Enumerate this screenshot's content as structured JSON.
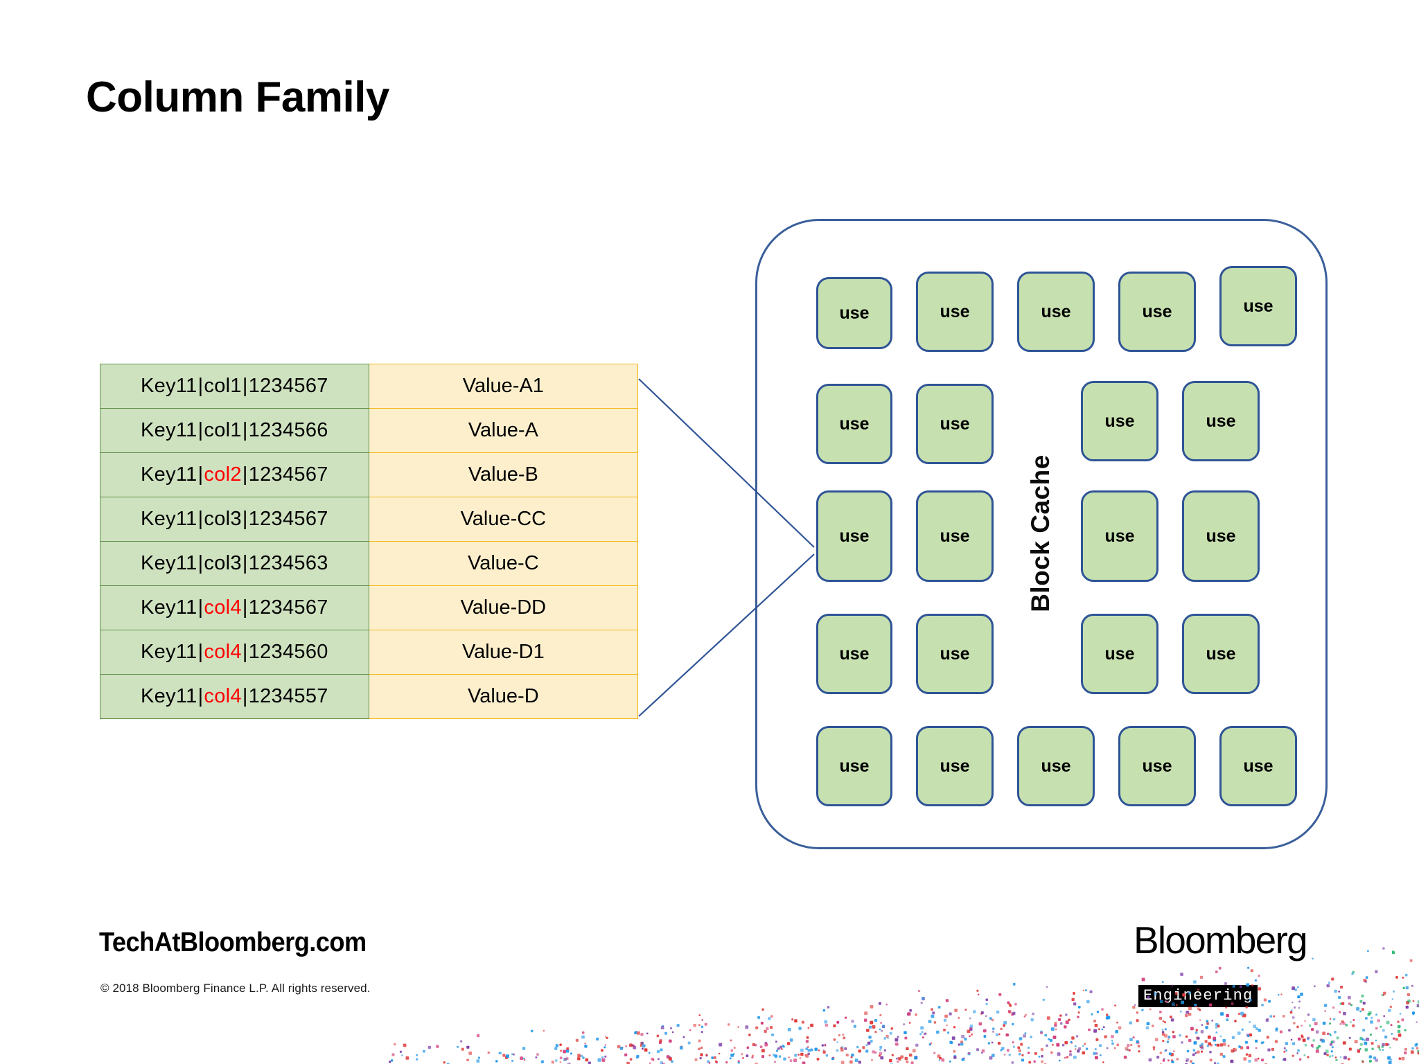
{
  "slide": {
    "title": "Column Family",
    "background": "#ffffff"
  },
  "colors": {
    "key_fill": "#cfe2c0",
    "key_border": "#5f9048",
    "value_fill": "#fdefcc",
    "value_border": "#f2b717",
    "highlight_red": "#fe0000",
    "cache_border": "#3a5f9a",
    "use_fill": "#c7e0b0",
    "use_border": "#2e5496",
    "connector": "#2e5496"
  },
  "table": {
    "rows": [
      {
        "key_prefix": "Key11",
        "col": "col1",
        "col_highlight": false,
        "timestamp": "1234567",
        "value": "Value-A1"
      },
      {
        "key_prefix": "Key11",
        "col": "col1",
        "col_highlight": false,
        "timestamp": "1234566",
        "value": "Value-A"
      },
      {
        "key_prefix": "Key11",
        "col": "col2",
        "col_highlight": true,
        "timestamp": "1234567",
        "value": "Value-B"
      },
      {
        "key_prefix": "Key11",
        "col": "col3",
        "col_highlight": false,
        "timestamp": "1234567",
        "value": "Value-CC"
      },
      {
        "key_prefix": "Key11",
        "col": "col3",
        "col_highlight": false,
        "timestamp": "1234563",
        "value": "Value-C"
      },
      {
        "key_prefix": "Key11",
        "col": "col4",
        "col_highlight": true,
        "timestamp": "1234567",
        "value": "Value-DD"
      },
      {
        "key_prefix": "Key11",
        "col": "col4",
        "col_highlight": true,
        "timestamp": "1234560",
        "value": "Value-D1"
      },
      {
        "key_prefix": "Key11",
        "col": "col4",
        "col_highlight": true,
        "timestamp": "1234557",
        "value": "Value-D"
      }
    ],
    "separator": "|"
  },
  "block_cache": {
    "label": "Block Cache",
    "cell_label": "use",
    "rows": [
      {
        "count": 5,
        "side": "full"
      },
      {
        "count": 4,
        "side": "split"
      },
      {
        "count": 4,
        "side": "split"
      },
      {
        "count": 4,
        "side": "split"
      },
      {
        "count": 5,
        "side": "full"
      }
    ],
    "total_cells": 22
  },
  "footer": {
    "url": "TechAtBloomberg.com",
    "copyright": "© 2018 Bloomberg Finance L.P. All rights reserved.",
    "brand": "Bloomberg",
    "brand_sub": "Engineering"
  }
}
